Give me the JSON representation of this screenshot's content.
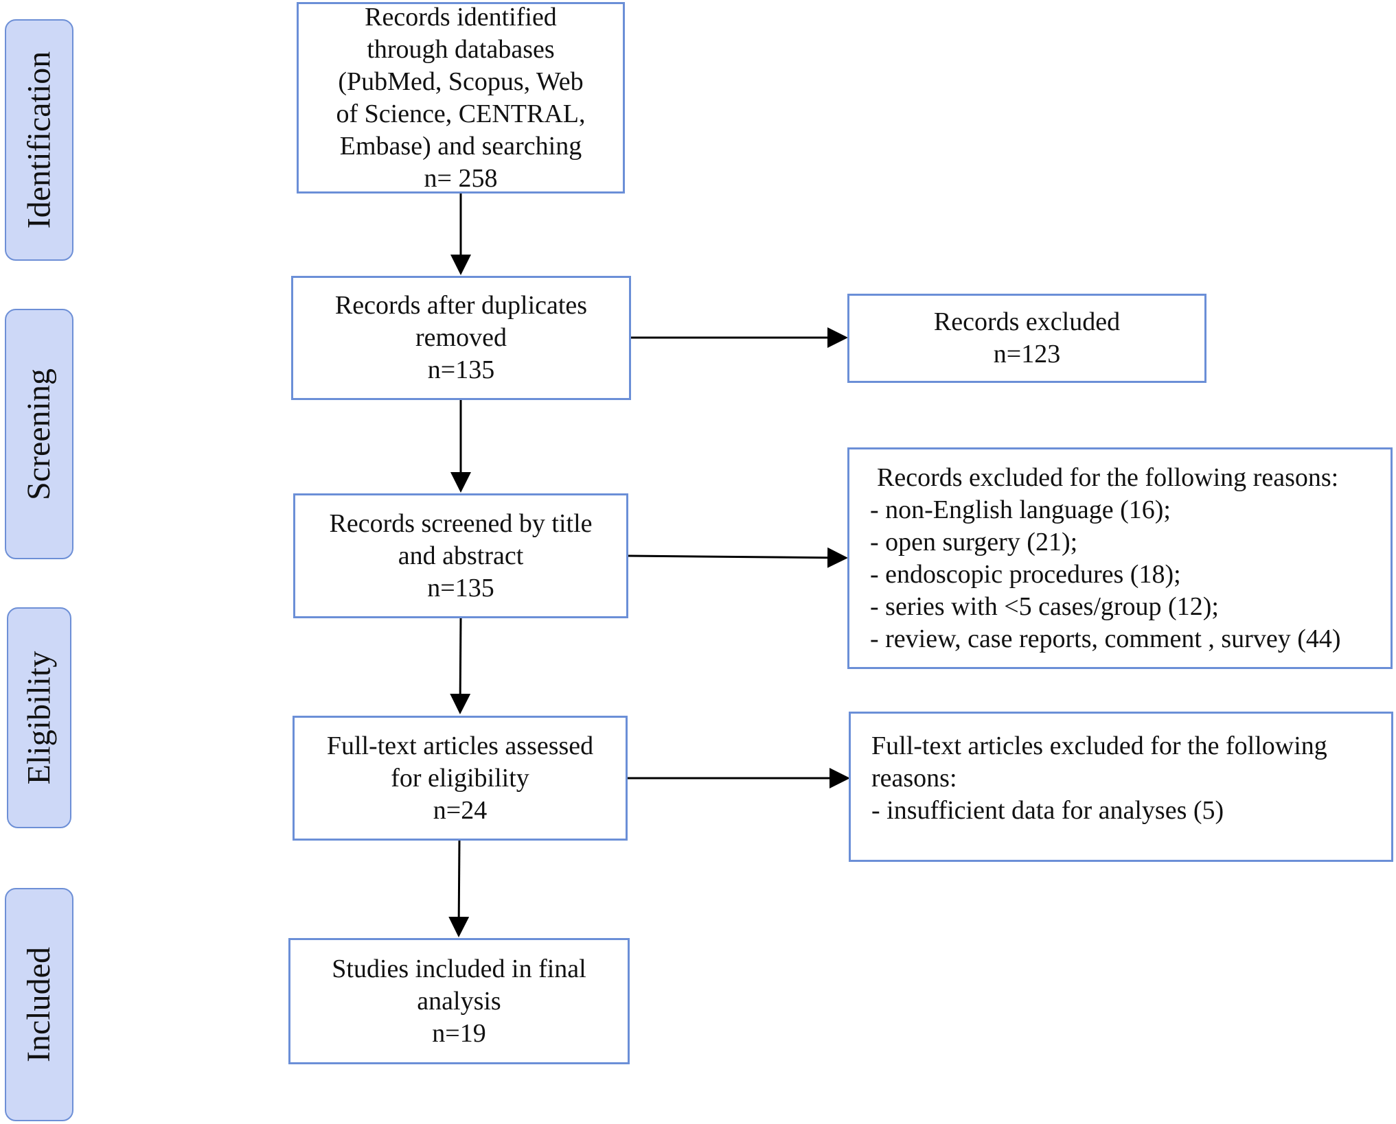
{
  "phases": {
    "identification": "Identification",
    "screening": "Screening",
    "eligibility": "Eligibility",
    "included": "Included"
  },
  "boxes": {
    "identified": {
      "lines": [
        "Records identified",
        "through databases",
        "(PubMed, Scopus, Web",
        "of Science, CENTRAL,",
        "Embase) and searching",
        "n= 258"
      ]
    },
    "duplicates_removed": {
      "lines": [
        "Records after duplicates",
        "removed",
        "n=135"
      ]
    },
    "excluded": {
      "lines": [
        "Records excluded",
        "n=123"
      ]
    },
    "screened": {
      "lines": [
        "Records screened by title",
        "and abstract",
        "n=135"
      ]
    },
    "excluded_reasons": {
      "lines": [
        "Records excluded for the following reasons:",
        "- non-English language (16);",
        "- open surgery (21);",
        "- endoscopic procedures (18);",
        "- series with <5 cases/group (12);",
        "- review, case reports, comment , survey (44)"
      ]
    },
    "fulltext": {
      "lines": [
        "Full-text articles assessed",
        "for eligibility",
        "n=24"
      ]
    },
    "fulltext_excluded": {
      "lines": [
        "Full-text articles excluded for the following",
        "reasons:",
        "- insufficient data for analyses (5)"
      ]
    },
    "included": {
      "lines": [
        "Studies included in final",
        "analysis",
        "n=19"
      ]
    }
  },
  "colors": {
    "box_border": "#6b8fd7",
    "phase_fill": "#cdd8f7",
    "phase_border": "#6d8fd6",
    "arrow": "#000000"
  }
}
